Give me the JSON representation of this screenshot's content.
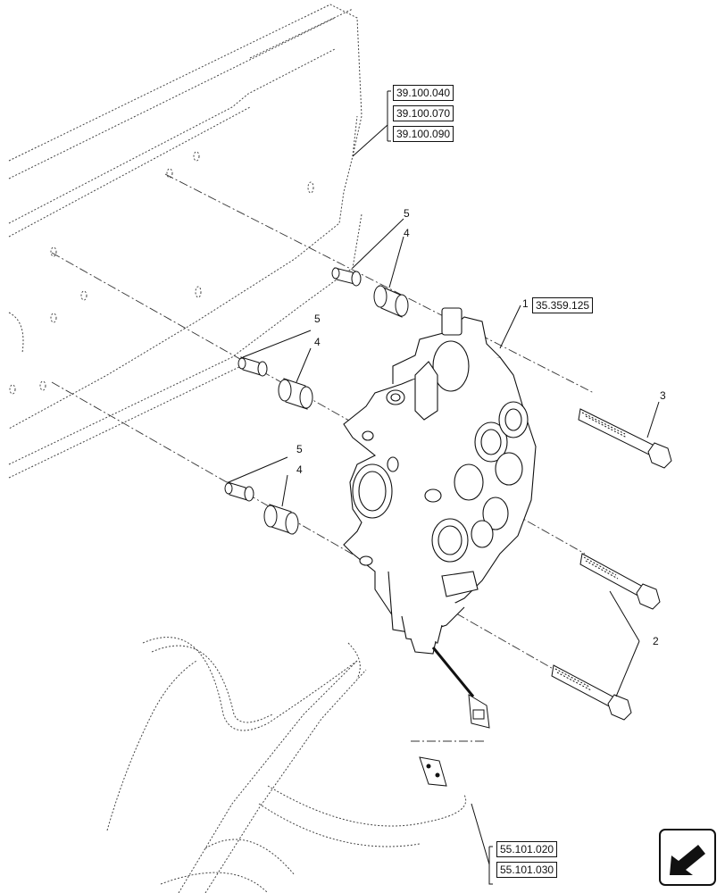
{
  "references": {
    "top": [
      "39.100.040",
      "39.100.070",
      "39.100.090"
    ],
    "valve": "35.359.125",
    "bottom": [
      "55.101.020",
      "55.101.030"
    ]
  },
  "callouts": {
    "valve": "1",
    "bolts_long": "2",
    "bolt_upper": "3",
    "spacer": "4",
    "sleeve": "5"
  },
  "nav": {
    "icon": "next-page-arrow-icon"
  }
}
